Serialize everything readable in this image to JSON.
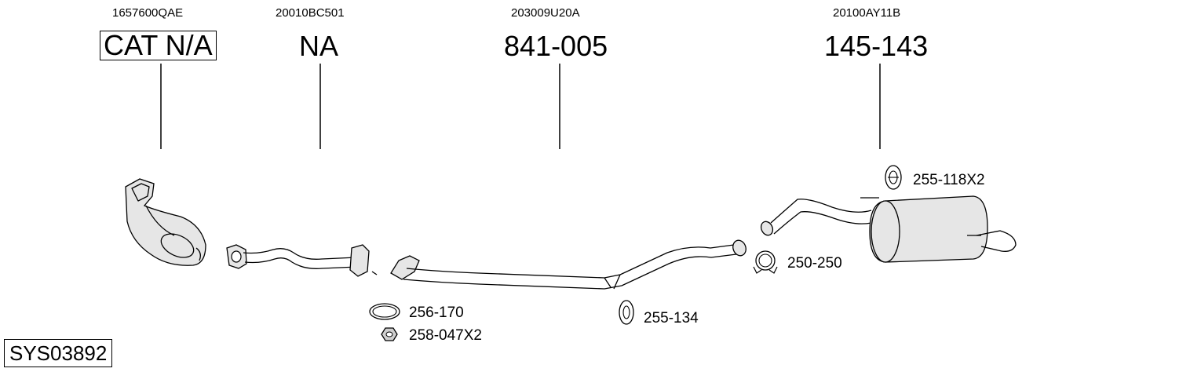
{
  "system": {
    "code": "SYS03892"
  },
  "parts": [
    {
      "oem": "1657600QAE",
      "number": "CAT N/A"
    },
    {
      "oem": "20010BC501",
      "number": "NA"
    },
    {
      "oem": "203009U20A",
      "number": "841-005"
    },
    {
      "oem": "20100AY11B",
      "number": "145-143"
    }
  ],
  "accessories": [
    {
      "label": "255-118X2",
      "icon": "rubber-hanger-icon"
    },
    {
      "label": "250-250",
      "icon": "clamp-icon"
    },
    {
      "label": "256-170",
      "icon": "gasket-ring-icon"
    },
    {
      "label": "258-047X2",
      "icon": "nut-icon"
    },
    {
      "label": "255-134",
      "icon": "rubber-mount-icon"
    }
  ]
}
